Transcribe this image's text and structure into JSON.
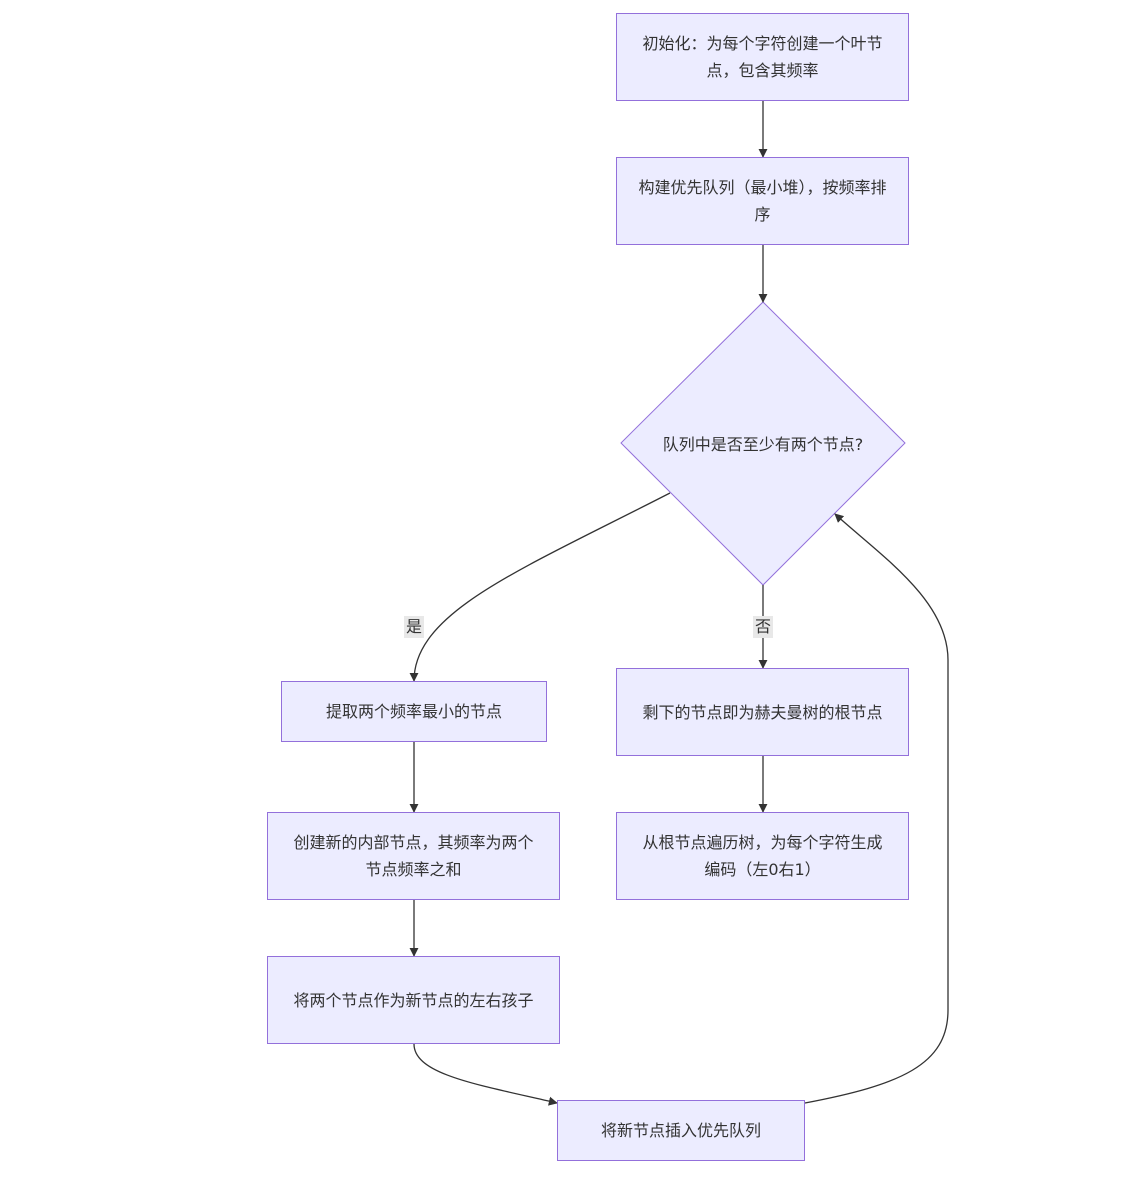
{
  "diagram": {
    "nodes": {
      "init": "初始化：为每个字符创建一个叶节点，包含其频率",
      "build_queue": "构建优先队列（最小堆），按频率排序",
      "decision": "队列中是否至少有两个节点?",
      "extract": "提取两个频率最小的节点",
      "create_internal": "创建新的内部节点，其频率为两个节点频率之和",
      "set_children": "将两个节点作为新节点的左右孩子",
      "insert": "将新节点插入优先队列",
      "root": "剩下的节点即为赫夫曼树的根节点",
      "traverse": "从根节点遍历树，为每个字符生成编码（左0右1）"
    },
    "edge_labels": {
      "yes": "是",
      "no": "否"
    },
    "colors": {
      "node_fill": "#ececff",
      "node_stroke": "#9370db",
      "edge": "#333333",
      "label_bg": "#e8e8e8"
    }
  }
}
